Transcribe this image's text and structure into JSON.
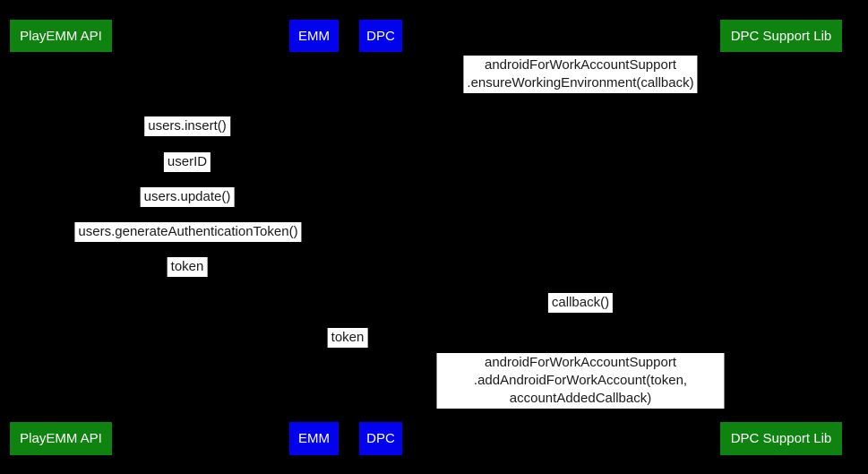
{
  "diagram": {
    "type": "sequence-diagram",
    "background": "#000000"
  },
  "colors": {
    "background": "#000000",
    "actor_green": "#0E830F",
    "actor_blue": "#0202EF",
    "label_bg": "#FFFFFF",
    "label_text": "#1A1A1A",
    "actor_text": "#FFFFFF"
  },
  "actors": {
    "top": {
      "playemm": {
        "label": "PlayEMM API"
      },
      "emm": {
        "label": "EMM"
      },
      "dpc": {
        "label": "DPC"
      },
      "dpc_support": {
        "label": "DPC Support Lib"
      }
    },
    "bottom": {
      "playemm": {
        "label": "PlayEMM API"
      },
      "emm": {
        "label": "EMM"
      },
      "dpc": {
        "label": "DPC"
      },
      "dpc_support": {
        "label": "DPC Support Lib"
      }
    }
  },
  "messages": {
    "ensure_working_environment": {
      "text": "androidForWorkAccountSupport\n.ensureWorkingEnvironment(callback)"
    },
    "users_insert": {
      "text": "users.insert()"
    },
    "user_id": {
      "text": "userID"
    },
    "users_update": {
      "text": "users.update()"
    },
    "generate_auth_token": {
      "text": "users.generateAuthenticationToken()"
    },
    "token_reply": {
      "text": "token"
    },
    "callback": {
      "text": "callback()"
    },
    "token_forward": {
      "text": "token"
    },
    "add_android_for_work_account": {
      "text": "androidForWorkAccountSupport\n.addAndroidForWorkAccount(token, accountAddedCallback)"
    }
  }
}
